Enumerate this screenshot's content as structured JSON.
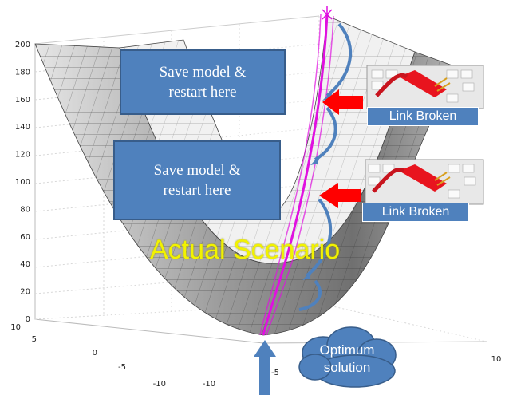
{
  "callouts": [
    {
      "line1": "Save model &",
      "line2": "restart here"
    },
    {
      "line1": "Save model &",
      "line2": "restart here"
    }
  ],
  "badges": [
    {
      "label": "Link Broken"
    },
    {
      "label": "Link Broken"
    }
  ],
  "overlay_title": "Actual Scenario",
  "cloud": {
    "line1": "Optimum",
    "line2": "solution"
  },
  "axes": {
    "z_ticks": [
      "200",
      "180",
      "160",
      "140",
      "120",
      "100",
      "80",
      "60",
      "40",
      "20",
      "0"
    ],
    "x_ticks": [
      "10",
      "5",
      "0",
      "-5",
      "-10"
    ],
    "y_ticks": [
      "-10",
      "-5",
      "10"
    ]
  },
  "colors": {
    "callout_fill": "#4f81bd",
    "path_color": "#e010e0",
    "arrow_red": "#ff0000",
    "title_yellow": "#f2f200"
  }
}
